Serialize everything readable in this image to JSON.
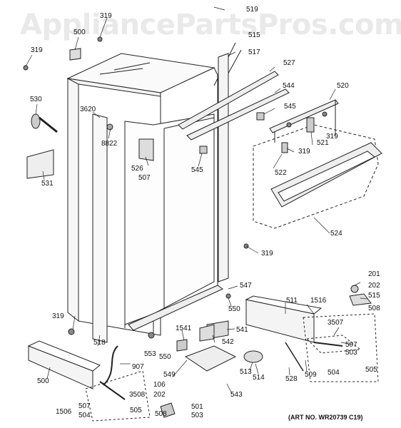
{
  "watermark": "AppliancePartsPros.com",
  "art_number": "(ART NO. WR20739 C19)",
  "callouts": [
    "319",
    "500",
    "319",
    "530",
    "531",
    "3620",
    "8822",
    "526",
    "507",
    "545",
    "519",
    "527",
    "515",
    "517",
    "520",
    "544",
    "545",
    "319",
    "521",
    "319",
    "522",
    "524",
    "319",
    "547",
    "550",
    "511",
    "201",
    "202",
    "515",
    "508",
    "1516",
    "3507",
    "507",
    "503",
    "505",
    "504",
    "319",
    "518",
    "1541",
    "541",
    "553",
    "550",
    "542",
    "907",
    "549",
    "513",
    "514",
    "528",
    "509",
    "106",
    "543",
    "202",
    "500",
    "3508",
    "507",
    "505",
    "1506",
    "504",
    "501",
    "508",
    "503"
  ]
}
